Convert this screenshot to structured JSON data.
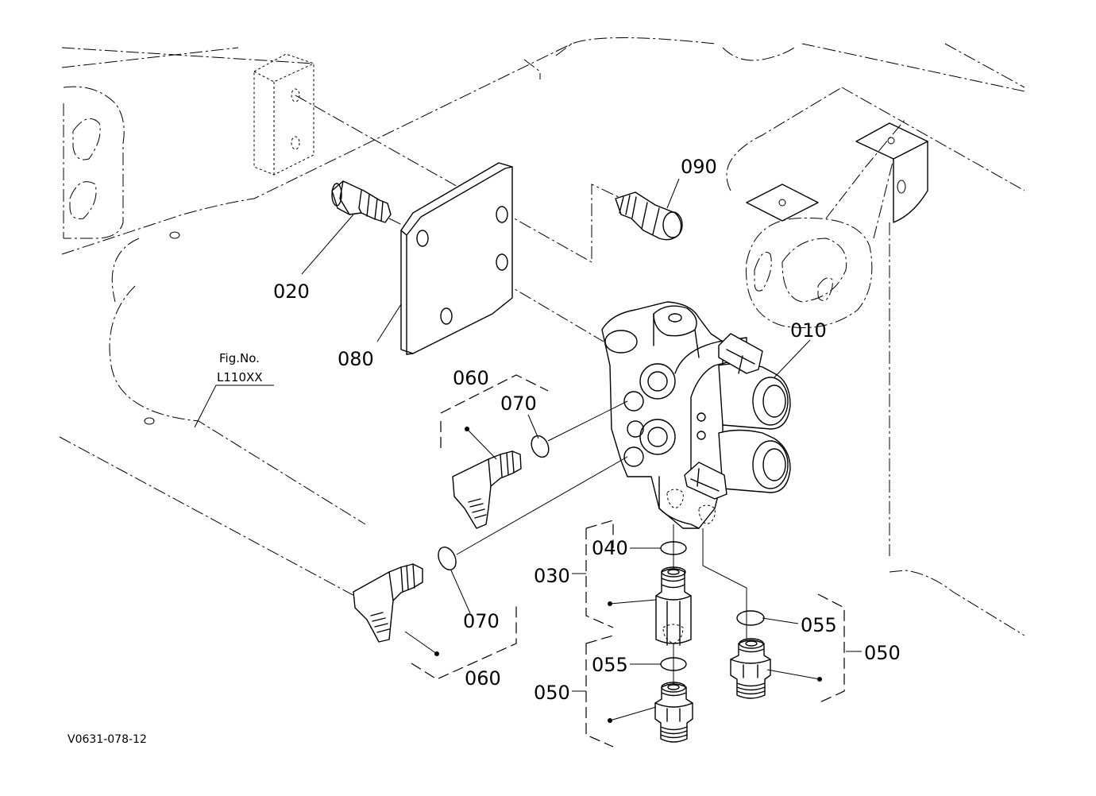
{
  "callouts": {
    "c010": "010",
    "c020": "020",
    "c030": "030",
    "c040": "040",
    "c050_a": "050",
    "c050_b": "050",
    "c055_a": "055",
    "c055_b": "055",
    "c060_a": "060",
    "c060_b": "060",
    "c070_a": "070",
    "c070_b": "070",
    "c080": "080",
    "c090": "090"
  },
  "fig_ref": {
    "line1": "Fig.No.",
    "line2": "L110XX"
  },
  "drawing_code": "V0631-078-12"
}
